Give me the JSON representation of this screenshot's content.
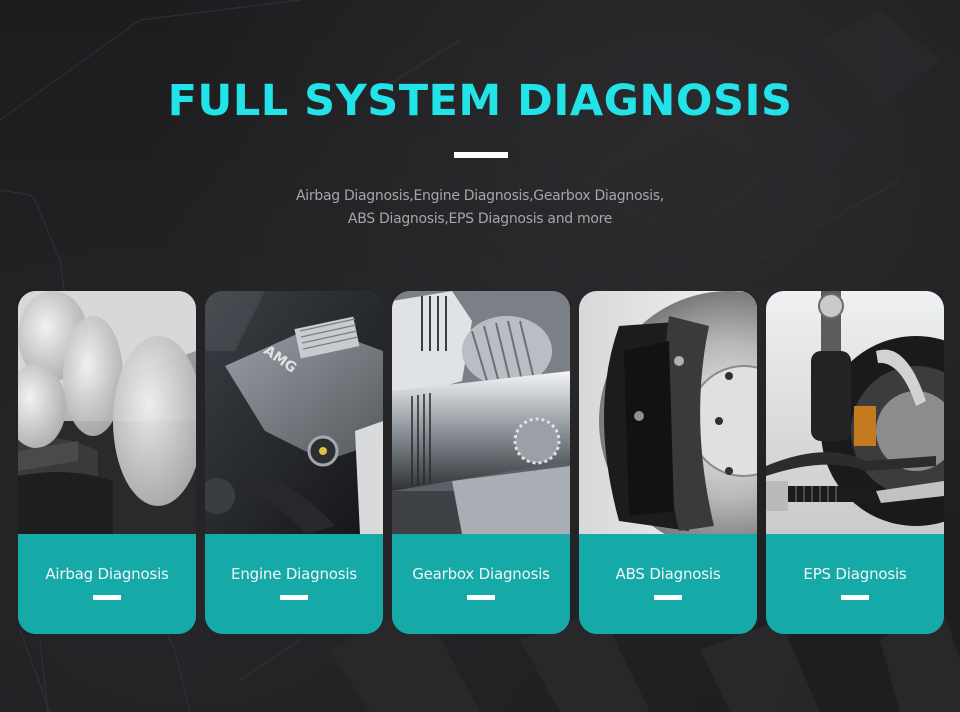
{
  "header": {
    "title": "FULL SYSTEM DIAGNOSIS",
    "subtitle_line1": "Airbag Diagnosis,Engine Diagnosis,Gearbox Diagnosis,",
    "subtitle_line2": "ABS Diagnosis,EPS Diagnosis and more"
  },
  "colors": {
    "title": "#22e3e8",
    "panel": "#15a9a8",
    "background": "#1c1c1e",
    "subtitle": "#a6a6aa"
  },
  "cards": [
    {
      "label": "Airbag Diagnosis",
      "image": "airbag-photo"
    },
    {
      "label": "Engine Diagnosis",
      "image": "engine-photo"
    },
    {
      "label": "Gearbox Diagnosis",
      "image": "gearbox-photo"
    },
    {
      "label": "ABS Diagnosis",
      "image": "abs-brake-photo"
    },
    {
      "label": "EPS Diagnosis",
      "image": "eps-steering-photo"
    }
  ]
}
